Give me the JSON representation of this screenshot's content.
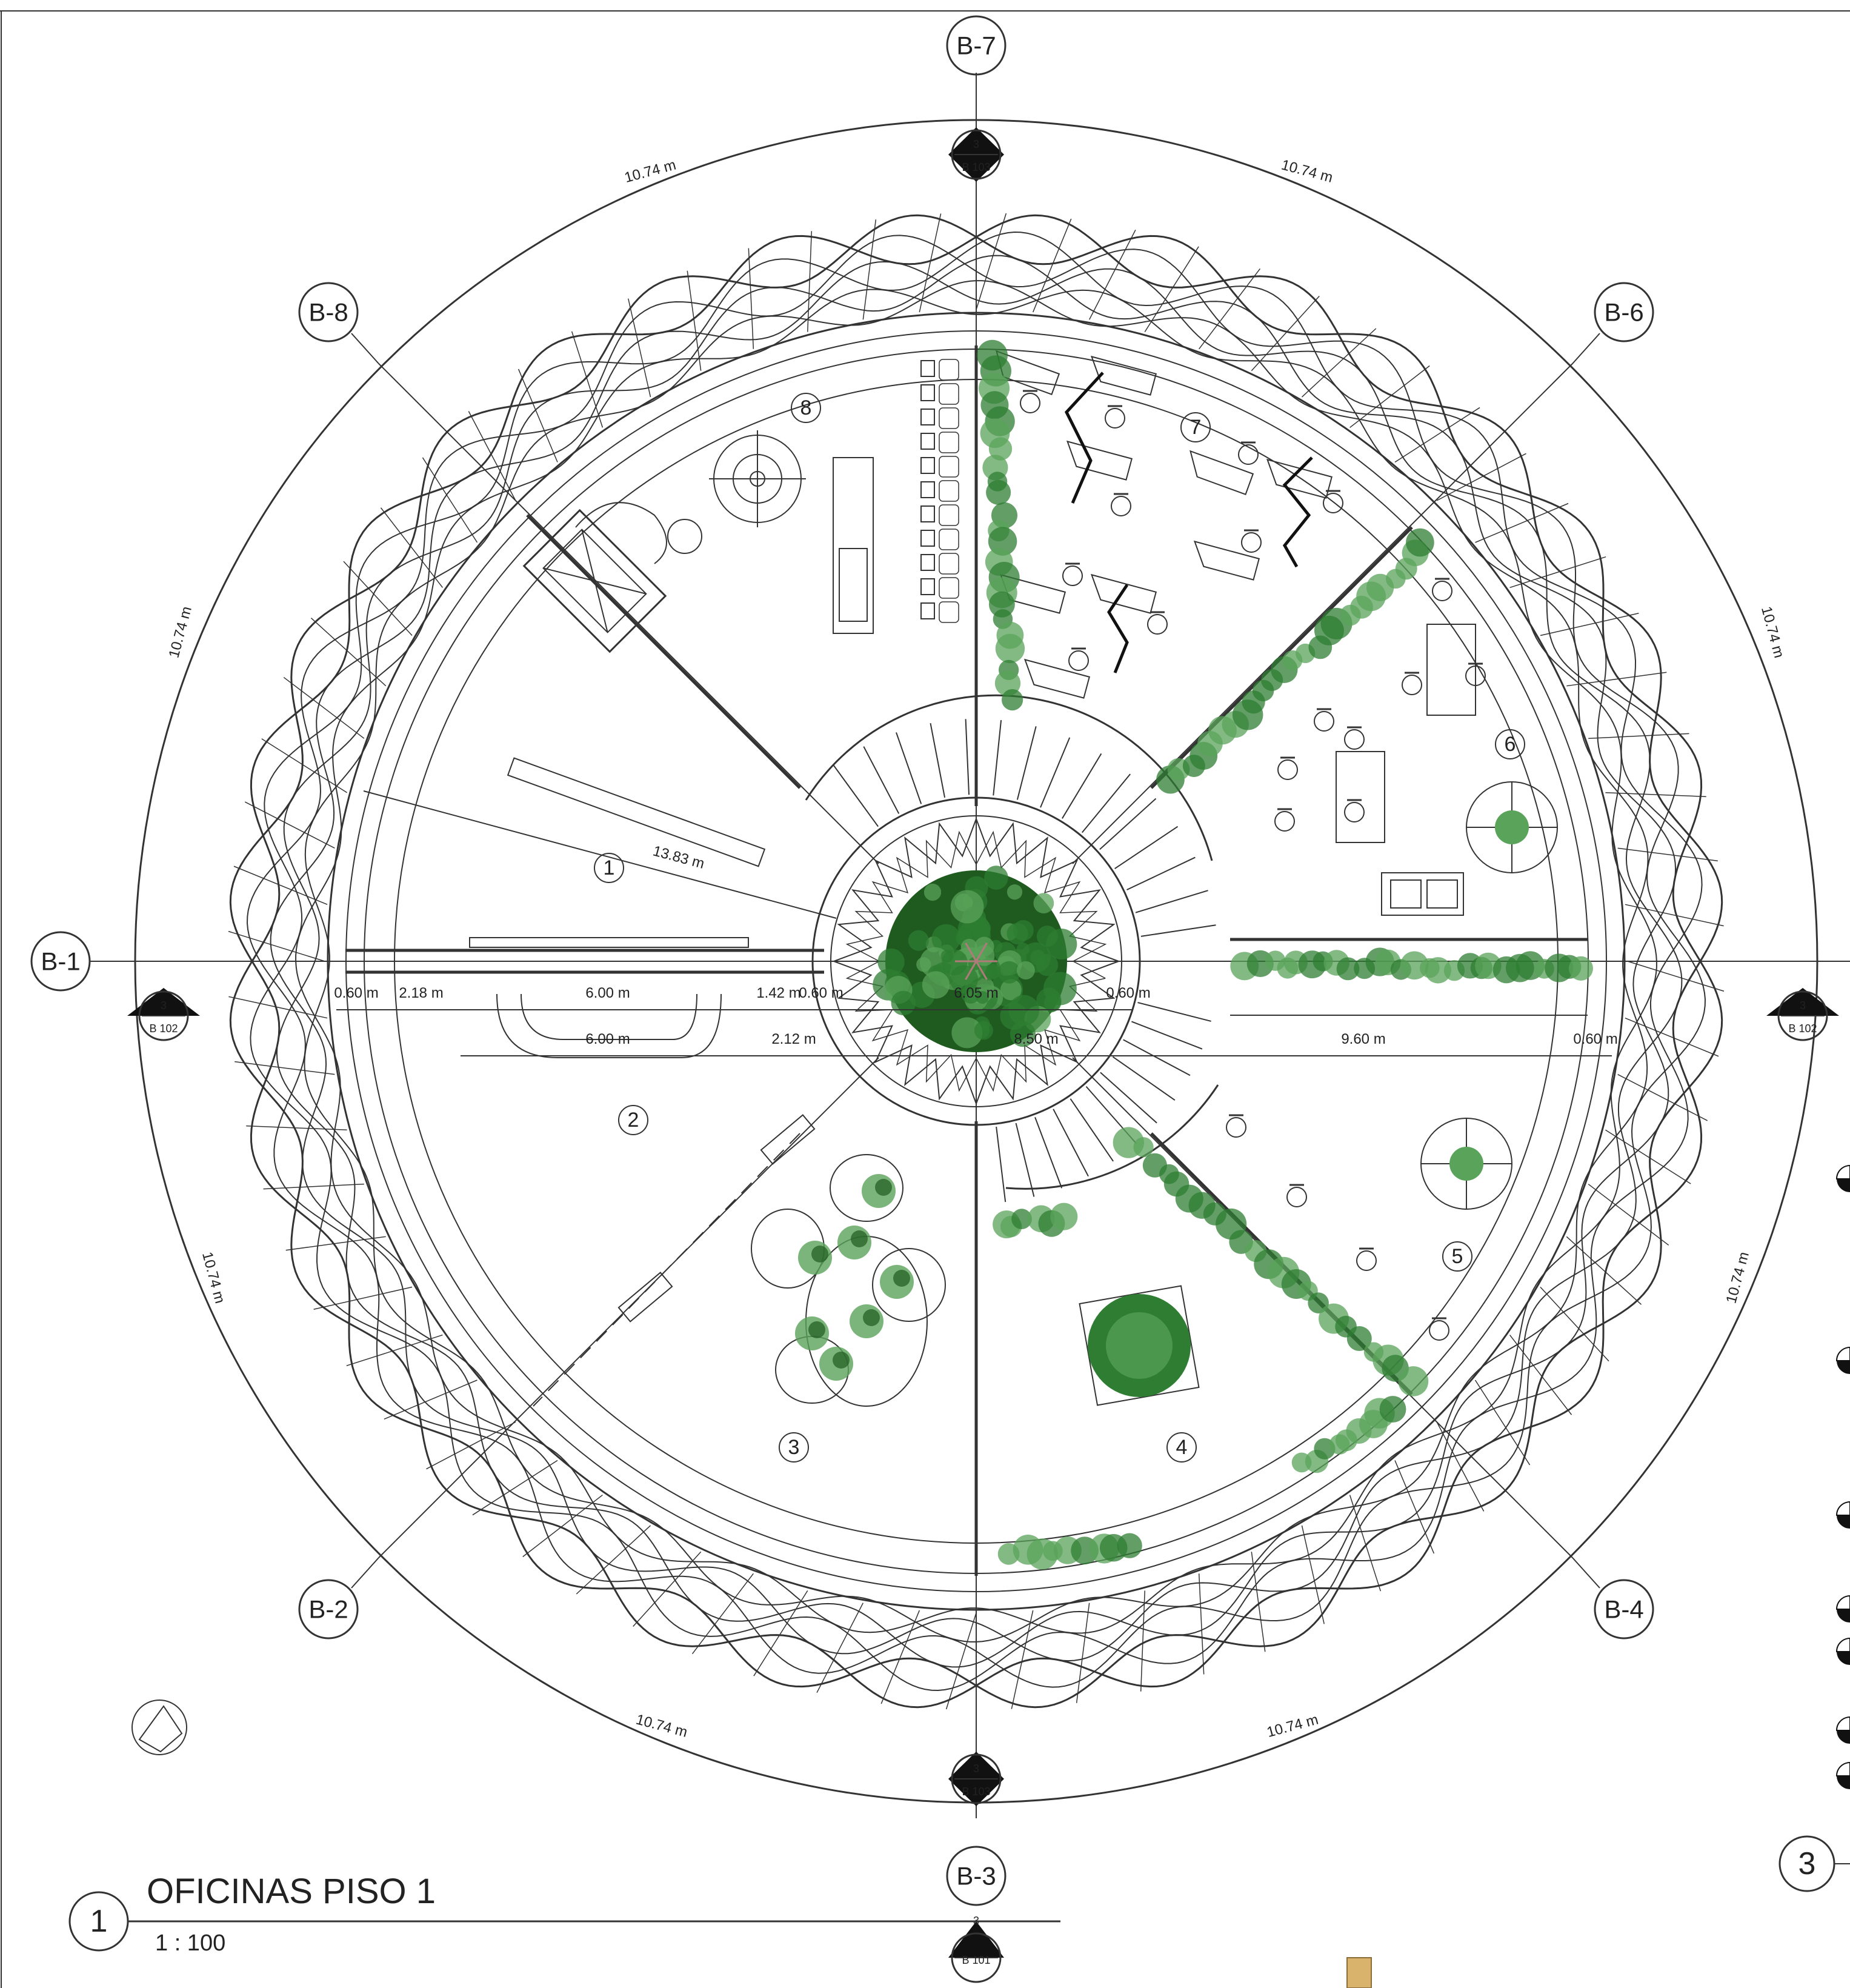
{
  "title": {
    "number": "1",
    "name": "OFICINAS PISO 1",
    "scale": "1 : 100"
  },
  "side_marker": "3",
  "grid_lines": [
    {
      "id": "B-7",
      "label": "B-7"
    },
    {
      "id": "B-6",
      "label": "B-6"
    },
    {
      "id": "B-8",
      "label": "B-8"
    },
    {
      "id": "B-1",
      "label": "B-1"
    },
    {
      "id": "B-2",
      "label": "B-2"
    },
    {
      "id": "B-3",
      "label": "B-3"
    },
    {
      "id": "B-4",
      "label": "B-4"
    }
  ],
  "section_marks": [
    {
      "num": "3",
      "ref": "B 103"
    },
    {
      "num": "3",
      "ref": "B 102"
    },
    {
      "num": "3",
      "ref": "B 102"
    },
    {
      "num": "3",
      "ref": "B 103"
    },
    {
      "num": "3",
      "ref": "B 101"
    }
  ],
  "rooms": [
    "1",
    "2",
    "3",
    "4",
    "5",
    "6",
    "7",
    "8"
  ],
  "outer_dims": [
    "10.74 m",
    "10.74 m",
    "10.74 m",
    "10.74 m",
    "10.74 m",
    "10.74 m",
    "10.74 m",
    "10.74 m"
  ],
  "radius_dim": "13.83 m",
  "dims_row1": [
    "0.60 m",
    "2.18 m",
    "6.00 m",
    "1.42 m",
    "0.60 m",
    "6.05 m",
    "0.60 m"
  ],
  "dims_row2": [
    "6.00 m",
    "2.12 m",
    "8.50 m",
    "9.60 m",
    "0.60 m"
  ],
  "colors": {
    "line": "#333333",
    "tree_dark": "#1f5a1f",
    "tree_mid": "#2e7d32",
    "tree_light": "#5aa35a",
    "accent": "#d9b36b"
  }
}
